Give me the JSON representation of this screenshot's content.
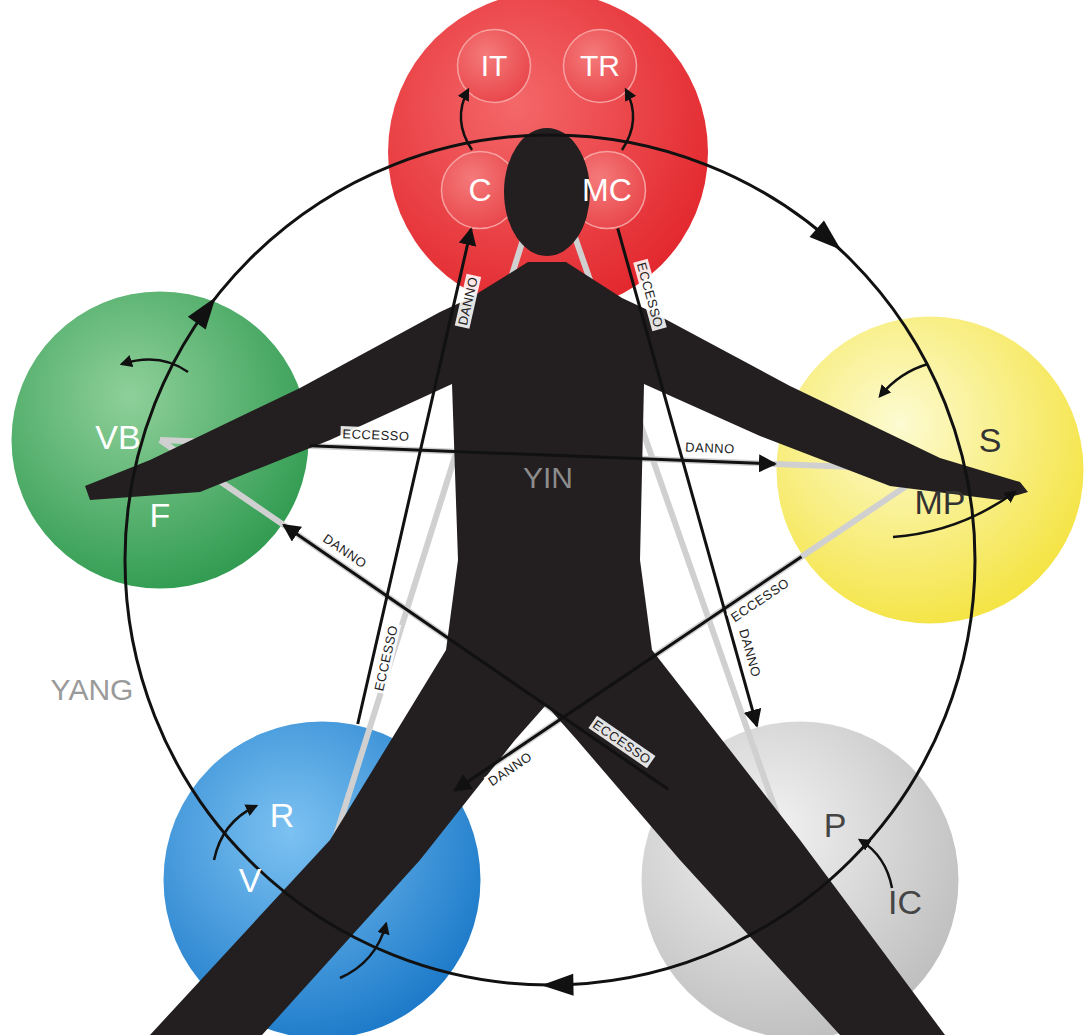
{
  "diagram": {
    "nodes": [
      {
        "text": [
          "IT"
        ]
      },
      {
        "text": [
          "TR"
        ]
      },
      {
        "text": [
          "C"
        ]
      },
      {
        "text": [
          "MC"
        ]
      },
      {
        "text": [
          "VB",
          "F"
        ]
      },
      {
        "text": [
          "S",
          "MP"
        ]
      },
      {
        "text": [
          "P",
          "IC"
        ]
      },
      {
        "text": [
          "R",
          "V"
        ]
      }
    ],
    "edges": [
      {
        "from": 4,
        "to": 5,
        "arrow": "to",
        "label": "ECCESSO"
      },
      {
        "from": 5,
        "to": 7,
        "arrow": "to",
        "label": "ECCESSO"
      },
      {
        "from": 7,
        "to": 2,
        "arrow": "to",
        "label": "ECCESSO"
      },
      {
        "from": 3,
        "to": 6,
        "arrow": "to",
        "label": "ECCESSO"
      },
      {
        "from": 6,
        "to": 4,
        "arrow": "to",
        "label": "ECCESSO"
      }
    ],
    "labels": [
      "YIN",
      "YANG",
      "DANNO",
      "DANNO",
      "DANNO",
      "DANNO",
      "DANNO"
    ]
  }
}
